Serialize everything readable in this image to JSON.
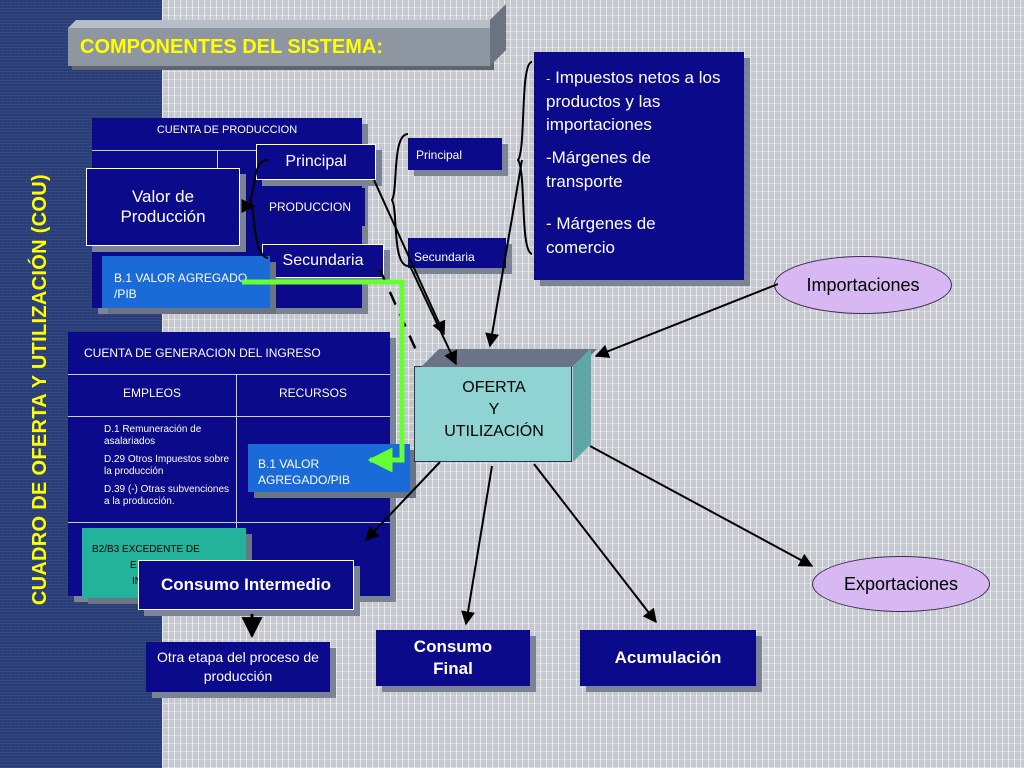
{
  "vertical_title": "CUADRO DE OFERTA Y UTILIZACIÓN (COU)",
  "title": "COMPONENTES DEL SISTEMA:",
  "cuenta_produccion": {
    "header": "CUENTA DE PRODUCCION",
    "valor_produccion": "Valor de Producción",
    "principal": "Principal",
    "produccion": "PRODUCCION",
    "secundaria": "Secundaria",
    "valor_agregado": "B.1 VALOR AGREGADO /PIB"
  },
  "small_principal": "Principal",
  "small_secundaria": "Secundaria",
  "impuestos_box": {
    "dash1": "-",
    "item1": "Impuestos netos a los productos y las importaciones",
    "item2": "-Márgenes de transporte",
    "item3": "- Márgenes de comercio"
  },
  "importaciones": "Importaciones",
  "exportaciones": "Exportaciones",
  "cuenta_generacion": {
    "header": "CUENTA DE GENERACION DEL INGRESO",
    "empleos": "EMPLEOS",
    "recursos": "RECURSOS",
    "items": [
      "D.1  Remuneración de asalariados",
      "D.29 Otros Impuestos sobre la producción",
      "D.39  (-) Otras subvenciones a  la producción."
    ],
    "valor_agregado": "B.1 VALOR AGREGADO/PIB",
    "excedente_lines": [
      "B2/B3 EXCEDENTE  DE",
      "E",
      "IN"
    ]
  },
  "oferta": {
    "line1": "OFERTA",
    "line2": "Y",
    "line3": "UTILIZACIÓN"
  },
  "consumo_intermedio": "Consumo Intermedio",
  "otra_etapa": "Otra etapa del proceso de producción",
  "consumo_final": "Consumo Final",
  "acumulacion": "Acumulación",
  "colors": {
    "navy": "#0a0a8a",
    "yellow": "#ffff00",
    "green": "#66ff33",
    "teal": "#22b39a",
    "lavender": "#d7b8f2",
    "oferta": "#8fd3d3"
  }
}
